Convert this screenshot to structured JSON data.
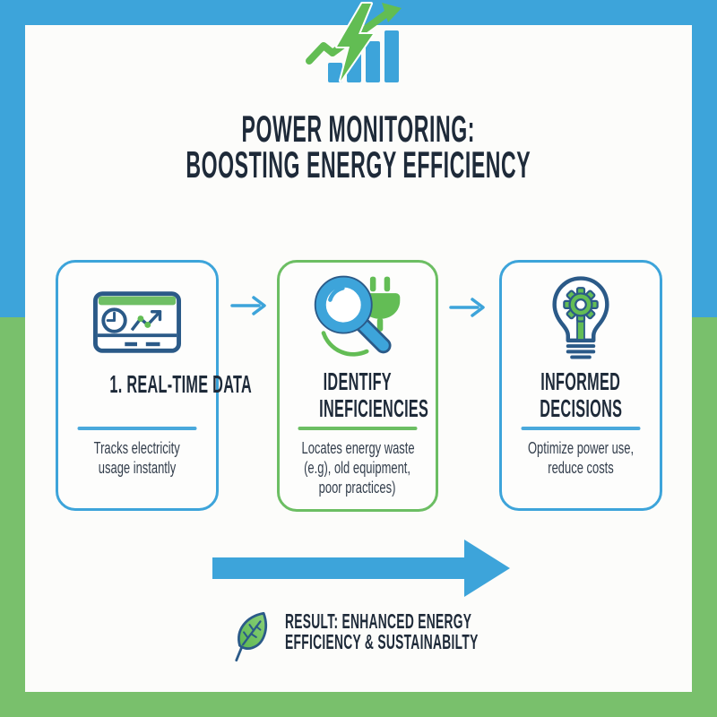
{
  "colors": {
    "frame_blue": "#3da4da",
    "frame_green": "#79c06c",
    "card_border_blue": "#3da4da",
    "card_border_green": "#6cbe63",
    "icon_navy": "#2b5a88",
    "icon_green": "#63bd55",
    "title_text": "#1e2a39",
    "body_text": "#333e4c"
  },
  "header": {
    "icon": "growth-lightning-icon",
    "title_lines": [
      "POWER MONITORING:",
      "BOOSTING ENERGY EFFICIENCY"
    ]
  },
  "cards": [
    {
      "icon": "dashboard-chart-icon",
      "accent": "#3da4da",
      "title_lines": [
        "1. REAL-TIME DATA"
      ],
      "body_lines": [
        "Tracks electricity",
        "usage instantly"
      ]
    },
    {
      "icon": "magnifier-plug-icon",
      "accent": "#6cbe63",
      "title_lines": [
        "IDENTIFY",
        "INEFICIENCIES"
      ],
      "body_lines": [
        "Locates energy waste",
        "(e.g), old equipment,",
        "poor practices)"
      ]
    },
    {
      "icon": "bulb-gear-icon",
      "accent": "#3da4da",
      "title_lines": [
        "INFORMED",
        "DECISIONS"
      ],
      "body_lines": [
        "Optimize power use,",
        "reduce costs"
      ]
    }
  ],
  "flow": {
    "step_arrow_icon": "flow-arrow-icon",
    "big_arrow_icon": "big-arrow-icon"
  },
  "result": {
    "icon": "leaf-icon",
    "lines": [
      "RESULT: ENHANCED ENERGY",
      "EFFICIENCY & SUSTAINABILTY"
    ]
  }
}
